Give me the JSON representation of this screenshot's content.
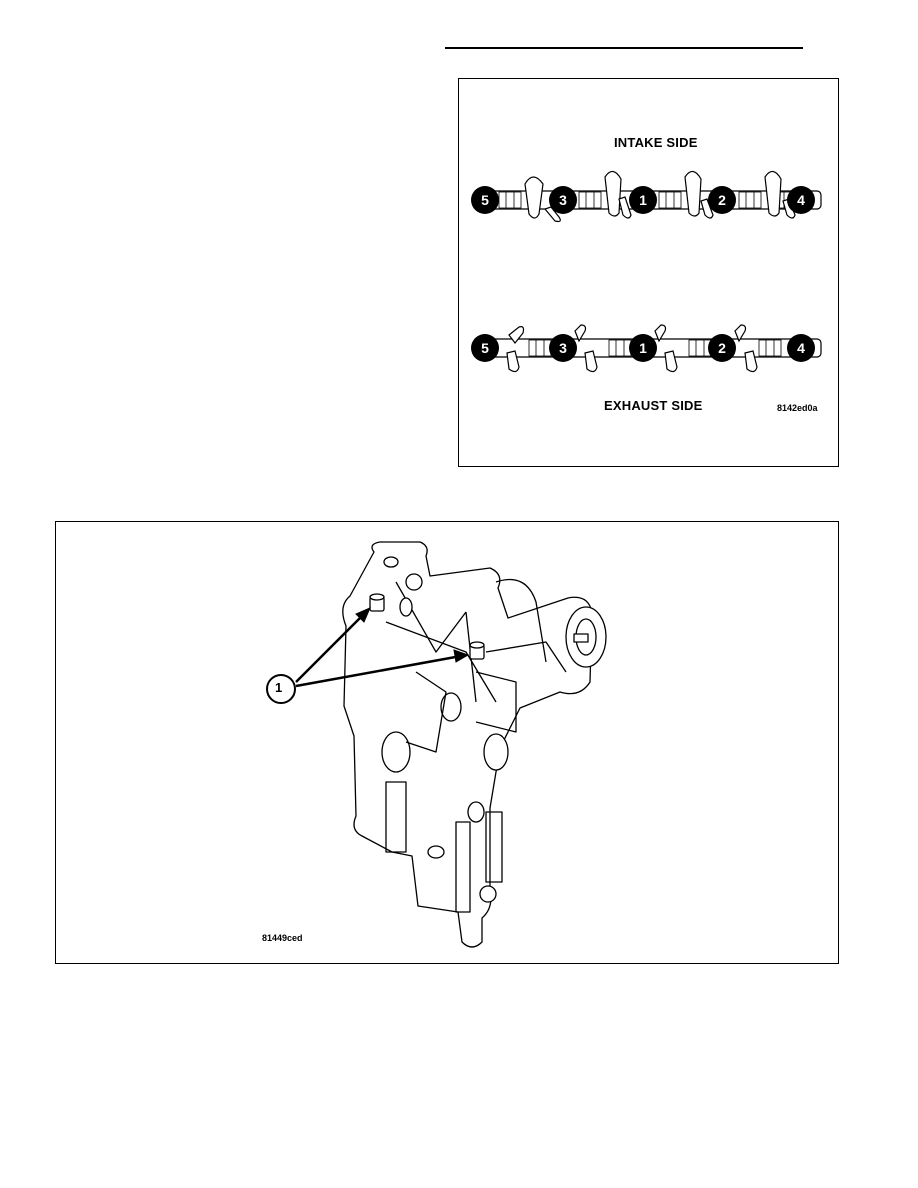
{
  "figure_top": {
    "intake_label": "INTAKE SIDE",
    "exhaust_label": "EXHAUST SIDE",
    "figure_code": "8142ed0a",
    "intake_lobes": [
      "5",
      "3",
      "1",
      "2",
      "4"
    ],
    "exhaust_lobes": [
      "5",
      "3",
      "1",
      "2",
      "4"
    ]
  },
  "figure_bottom": {
    "callout": "1",
    "figure_code": "81449ced"
  }
}
